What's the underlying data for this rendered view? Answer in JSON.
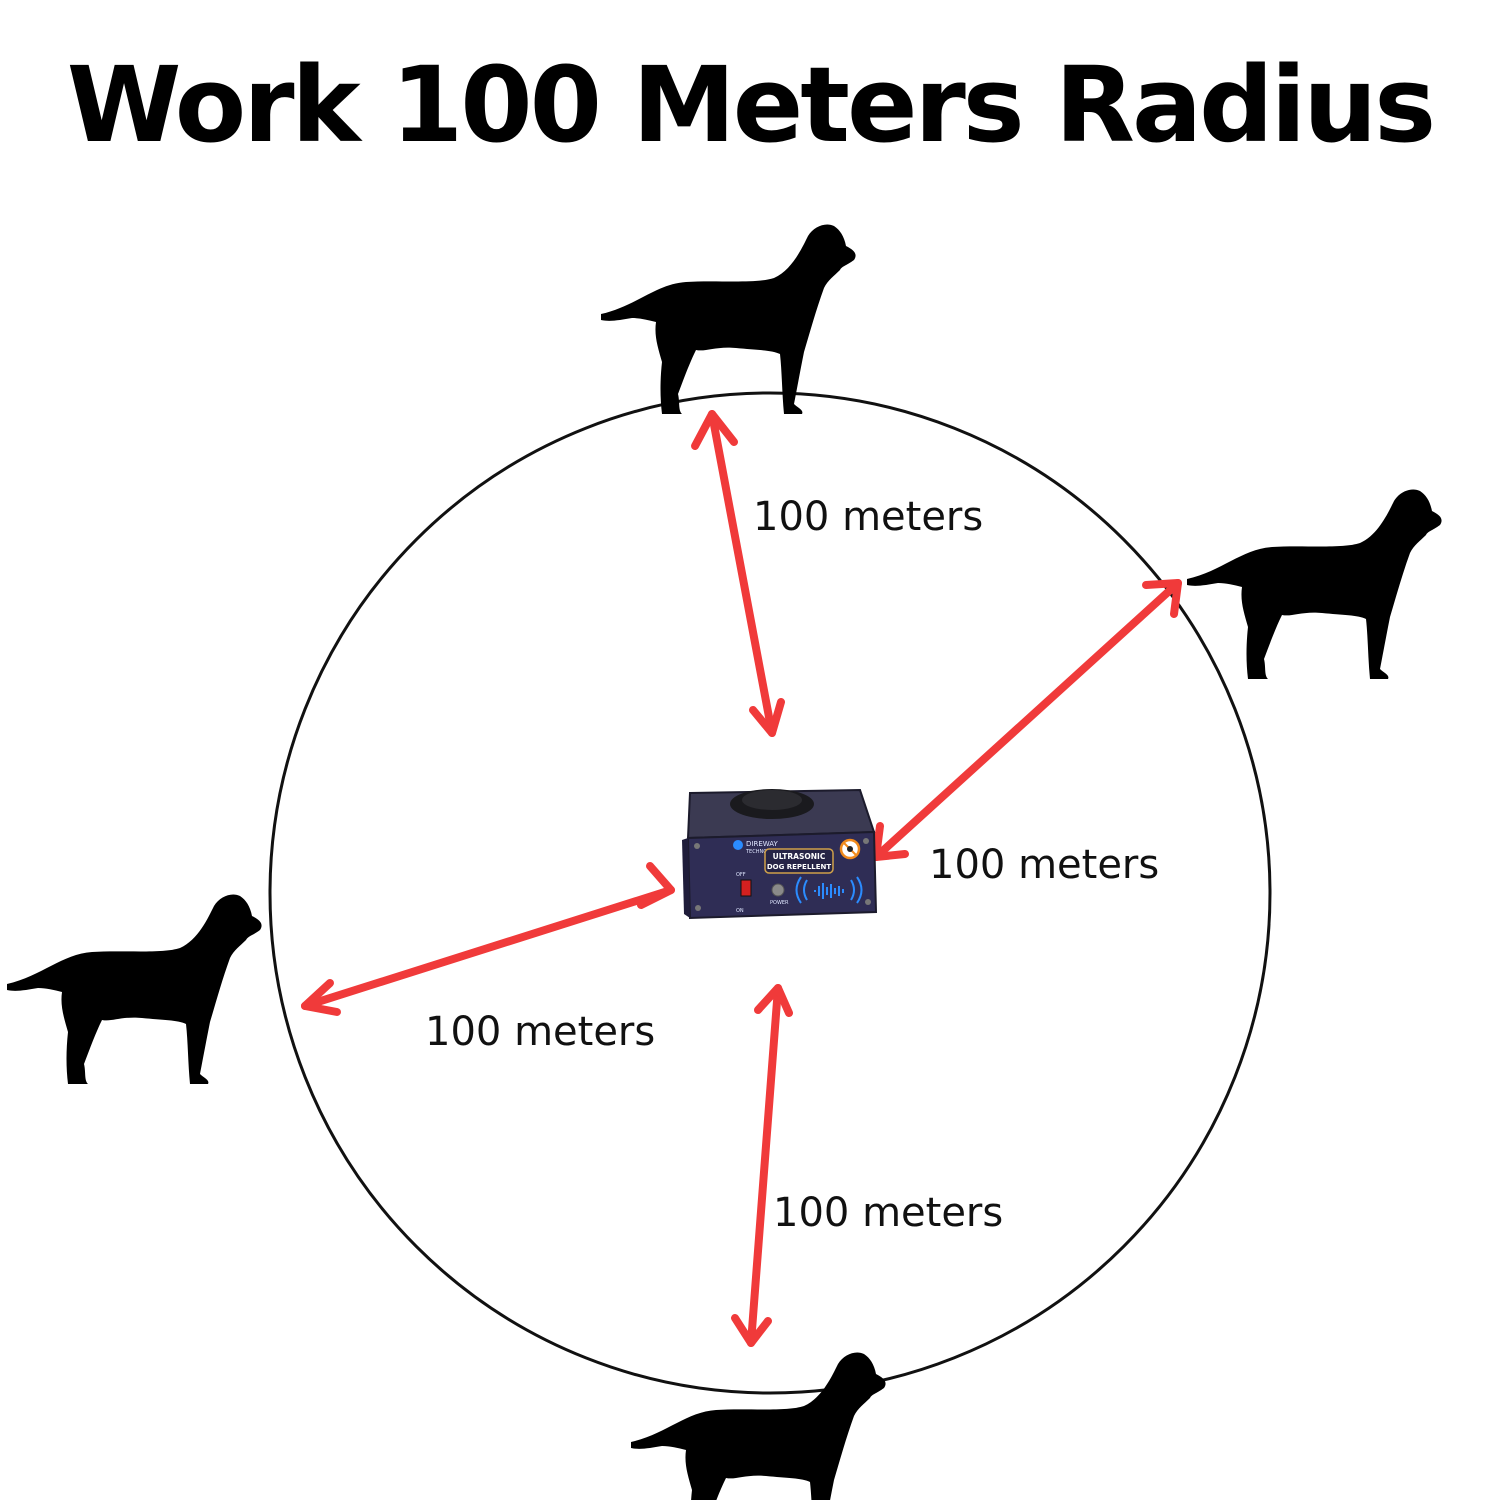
{
  "title": "Work 100 Meters Radius",
  "labels": {
    "top": "100 meters",
    "right": "100 meters",
    "left": "100 meters",
    "bottom": "100 meters"
  },
  "device": {
    "brand": "DIREWAY",
    "brand_sub": "TECHNOLOGIES",
    "line1": "ULTRASONIC",
    "line2": "DOG REPELLENT",
    "switch_off": "OFF",
    "switch_on": "ON",
    "power": "POWER"
  },
  "colors": {
    "arrow": "#f03a3a",
    "circle": "#111111",
    "silhouette": "#000000",
    "device_body": "#2f2d55",
    "device_top": "#3b3a52",
    "accent_blue": "#2b8cff",
    "badge": "#f08a1c"
  },
  "icons": [
    "dog-silhouette-icon",
    "double-arrow-icon",
    "no-dog-icon",
    "sound-wave-icon"
  ]
}
